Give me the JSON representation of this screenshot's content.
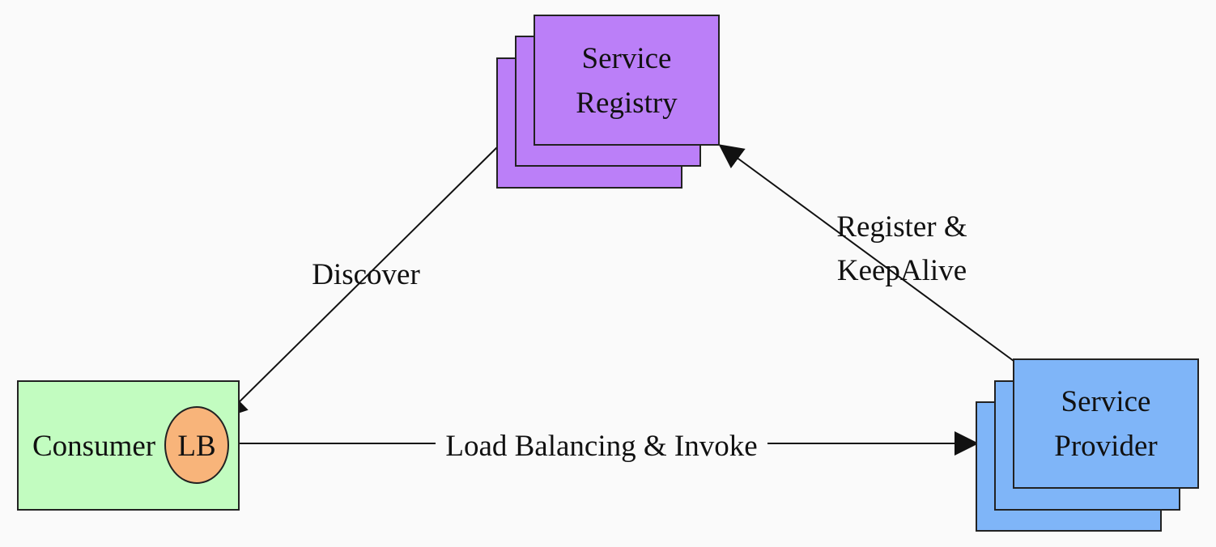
{
  "nodes": {
    "registry": {
      "line1": "Service",
      "line2": "Registry",
      "fill": "#bb7ff8"
    },
    "consumer": {
      "label": "Consumer",
      "fill": "#c2fcc0"
    },
    "lb": {
      "label": "LB",
      "fill": "#f8b47a"
    },
    "provider": {
      "line1": "Service",
      "line2": "Provider",
      "fill": "#7fb5f8"
    }
  },
  "edges": {
    "discover": "Discover",
    "register_line1": "Register &",
    "register_line2": "KeepAlive",
    "invoke": "Load Balancing & Invoke"
  }
}
